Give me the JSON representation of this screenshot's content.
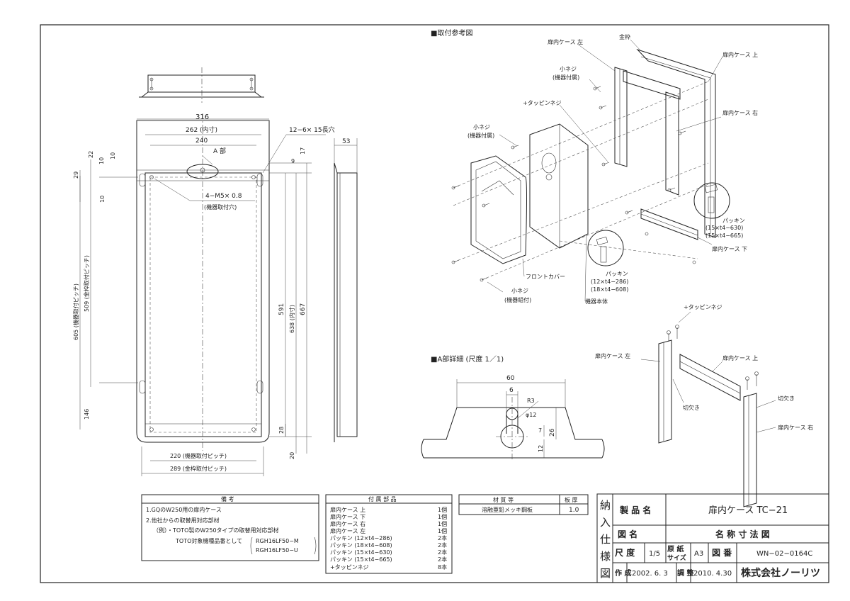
{
  "front_view": {
    "a_label": "A 部",
    "dims": {
      "w316": "316",
      "w262": "262 (内寸)",
      "w240": "240",
      "w220": "220 (機器取付ピッチ)",
      "w289": "289 (金枠取付ピッチ)",
      "d22": "22",
      "d10a": "10",
      "d10b": "10",
      "d29": "29",
      "d10c": "10",
      "d17": "17",
      "d9": "9",
      "d605": "605 (機器取付ピッチ)",
      "d509": "509 (金枠取付ピッチ)",
      "d146": "146",
      "d591": "591",
      "d638": "638 (内寸)",
      "d667": "667",
      "d28": "28",
      "d20": "20"
    },
    "note_holes": "12−6× 15長穴",
    "note_m5": "4−M5× 0.8",
    "note_m5_sub": "(機器取付穴)"
  },
  "side_view": {
    "d53": "53"
  },
  "install_title": "■取付参考図",
  "install_labels": {
    "case_left": "扉内ケース 左",
    "frame": "金枠",
    "case_top": "扉内ケース 上",
    "screw_small": "小ネジ",
    "screw_small_sub": "(機器付属)",
    "tapping": "+タッピンネジ",
    "screw_small2": "小ネジ",
    "screw_small2_sub": "(機器付属)",
    "case_right": "扉内ケース 右",
    "packing1": "パッキン",
    "packing1_a": "(15×t4−630)",
    "packing1_b": "(15×t4−665)",
    "case_bottom": "扉内ケース 下",
    "packing2": "パッキン",
    "packing2_a": "(12×t4−286)",
    "packing2_b": "(18×t4−608)",
    "front_cover": "フロントカバー",
    "screw_small3": "小ネジ",
    "screw_small3_sub": "(機器組付)",
    "body": "機器本体"
  },
  "detail": {
    "title": "■A部詳細 (尺度 1／1)",
    "d60": "60",
    "d6": "6",
    "r3": "R3",
    "phi12": "φ12",
    "d7": "7",
    "d26": "26",
    "d12": "12"
  },
  "corner_view": {
    "tapping": "+タッピンネジ",
    "case_left": "扉内ケース 左",
    "case_top": "扉内ケース 上",
    "notch1": "切欠き",
    "notch2": "切欠き",
    "case_right": "扉内ケース 右"
  },
  "remarks": {
    "header": "備 考",
    "lines": [
      "1.GQのW250用の扉内ケース",
      "2.他社からの取替用対応部材",
      "（例）・TOTO製のW250タイプの取替用対応部材",
      "TOTO対象機種品番として"
    ],
    "models": [
      "RGH16LF50−M",
      "RGH16LF50−U"
    ]
  },
  "accessories": {
    "header": "付 属 部 品",
    "items": [
      {
        "name": "扉内ケース 上",
        "qty": "1個"
      },
      {
        "name": "扉内ケース 下",
        "qty": "1個"
      },
      {
        "name": "扉内ケース 右",
        "qty": "1個"
      },
      {
        "name": "扉内ケース 左",
        "qty": "1個"
      },
      {
        "name": "パッキン (12×t4−286)",
        "qty": "2本"
      },
      {
        "name": "パッキン (18×t4−608)",
        "qty": "2本"
      },
      {
        "name": "パッキン (15×t4−630)",
        "qty": "2本"
      },
      {
        "name": "パッキン (15×t4−665)",
        "qty": "2本"
      },
      {
        "name": "+タッピンネジ",
        "qty": "8本"
      }
    ]
  },
  "material": {
    "header_material": "材 質 等",
    "header_thickness": "板 厚",
    "value_material": "溶融亜鉛メッキ鋼板",
    "value_thickness": "1.0"
  },
  "title_block": {
    "side_chars": [
      "納",
      "入",
      "仕",
      "様",
      "図"
    ],
    "product_label": "製 品 名",
    "product_value": "扉内ケース TC−21",
    "drawing_label": "図 名",
    "drawing_value": "名 称 寸 法 図",
    "scale_label": "尺 度",
    "scale_value": "1/5",
    "paper_label_1": "原 紙",
    "paper_label_2": "サイズ",
    "paper_value": "A3",
    "number_label": "図 番",
    "number_value": "WN−02−0164C",
    "created_label": "作 成",
    "created_value": "2002. 6. 3",
    "adjusted_label": "調 整",
    "adjusted_value": "2010. 4.30",
    "company": "株式会社ノーリツ"
  }
}
